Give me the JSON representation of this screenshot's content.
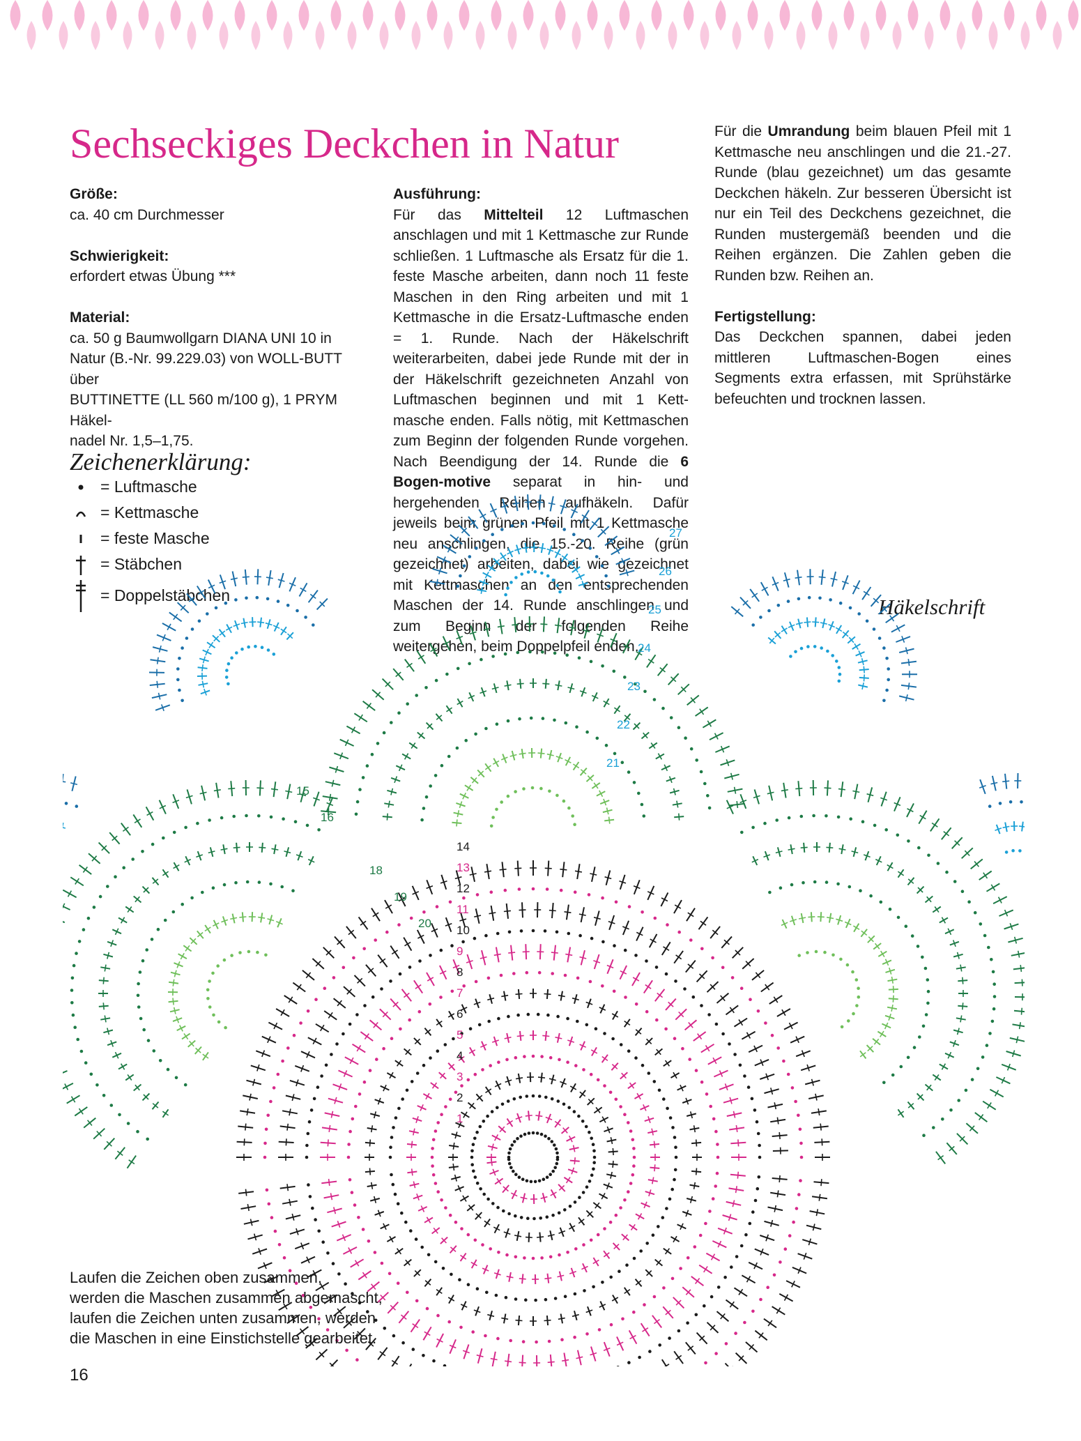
{
  "title": "Sechseckiges Deckchen in Natur",
  "groesse": {
    "label": "Größe:",
    "value": "ca. 40 cm Durchmesser"
  },
  "schwierigkeit": {
    "label": "Schwierigkeit:",
    "value": "erfordert etwas Übung ***"
  },
  "material": {
    "label": "Material:",
    "lines": [
      "ca. 50 g Baumwollgarn DIANA UNI 10 in",
      "Natur (B.-Nr. 99.229.03) von WOLL-BUTT über",
      "BUTTINETTE (LL 560 m/100 g), 1 PRYM Häkel-",
      "nadel Nr. 1,5–1,75."
    ]
  },
  "legend": {
    "title": "Zeichenerklärung:",
    "items": [
      {
        "icon": "dot-icon",
        "label": "= Luftmasche"
      },
      {
        "icon": "arc-icon",
        "label": "= Kettmasche"
      },
      {
        "icon": "short-bar-icon",
        "label": "= feste Masche"
      },
      {
        "icon": "single-cross-icon",
        "label": "= Stäbchen"
      },
      {
        "icon": "double-cross-icon",
        "label": "= Doppelstäbchen"
      }
    ]
  },
  "ausfuehrung": {
    "label": "Ausführung:",
    "p1_a": "Für das ",
    "p1_b": "Mittelteil",
    "p1_c": " 12 Luftmaschen anschlagen und mit 1 Kettmasche zur Runde schließen. 1 Luftmasche als Ersatz für die 1. feste Masche arbeiten, dann noch 11 feste Maschen in den Ring arbeiten und mit 1 Kettmasche in die Ersatz-Luftmasche enden = 1. Runde. Nach der Häkelschrift weiterarbeiten, dabei jede Runde mit der in der Häkelschrift gezeichneten Anzahl von Luftmaschen beginnen und mit 1 Kett-masche enden. Falls nötig, mit Kettmaschen zum Beginn der folgenden Runde vorgehen. Nach Beendigung der 14. Runde die ",
    "p1_d": "6 Bogen-motive",
    "p1_e": " separat in hin- und hergehenden Reihen aufhäkeln. Dafür jeweils beim grünen Pfeil mit 1 Kettmasche neu anschlingen, die 15.-20. Reihe (grün gezeichnet) arbeiten, dabei wie gezeichnet mit Kettmaschen an den entsprechenden Maschen der 14. Runde anschlingen und zum Beginn der folgenden Reihe weitergehen, beim Doppelpfeil enden.",
    "p2_a": "Für die ",
    "p2_b": "Umrandung",
    "p2_c": " beim blauen Pfeil mit 1 Kettmasche neu anschlingen und die 21.-27. Runde (blau gezeichnet) um das gesamte Deckchen häkeln. Zur besseren Übersicht ist nur ein Teil des Deckchens gezeichnet, die Runden mustergemäß beenden und die Reihen ergänzen. Die Zahlen geben die Runden bzw. Reihen an."
  },
  "fertigstellung": {
    "label": "Fertigstellung:",
    "text": "Das Deckchen spannen, dabei jeden mittleren Luftmaschen-Bogen eines Segments extra erfassen, mit Sprühstärke befeuchten und trocknen lassen."
  },
  "diagram": {
    "label": "Häkelschrift",
    "round_numbers": [
      "1",
      "2",
      "3",
      "4",
      "5",
      "6",
      "7",
      "8",
      "9",
      "10",
      "11",
      "12",
      "13",
      "14",
      "15",
      "16",
      "18",
      "19",
      "20",
      "21",
      "22",
      "23",
      "24",
      "25",
      "26",
      "27"
    ],
    "colors": {
      "center": "#d6288a",
      "dark": "#1a1a1a",
      "arch": "#1d7a45",
      "arch_light": "#6fbf5a",
      "border": "#1aa0d6",
      "border_dark": "#1a6ea8"
    }
  },
  "note": {
    "lines": [
      "Laufen die Zeichen oben zusammen,",
      "werden die Maschen zusammen abgemascht,",
      "laufen die Zeichen unten zusammen, werden",
      "die Maschen in eine Einstichstelle gearbeitet."
    ]
  },
  "page_number": "16",
  "accent_color": "#d6288a",
  "border_color": "#f7b8d6"
}
